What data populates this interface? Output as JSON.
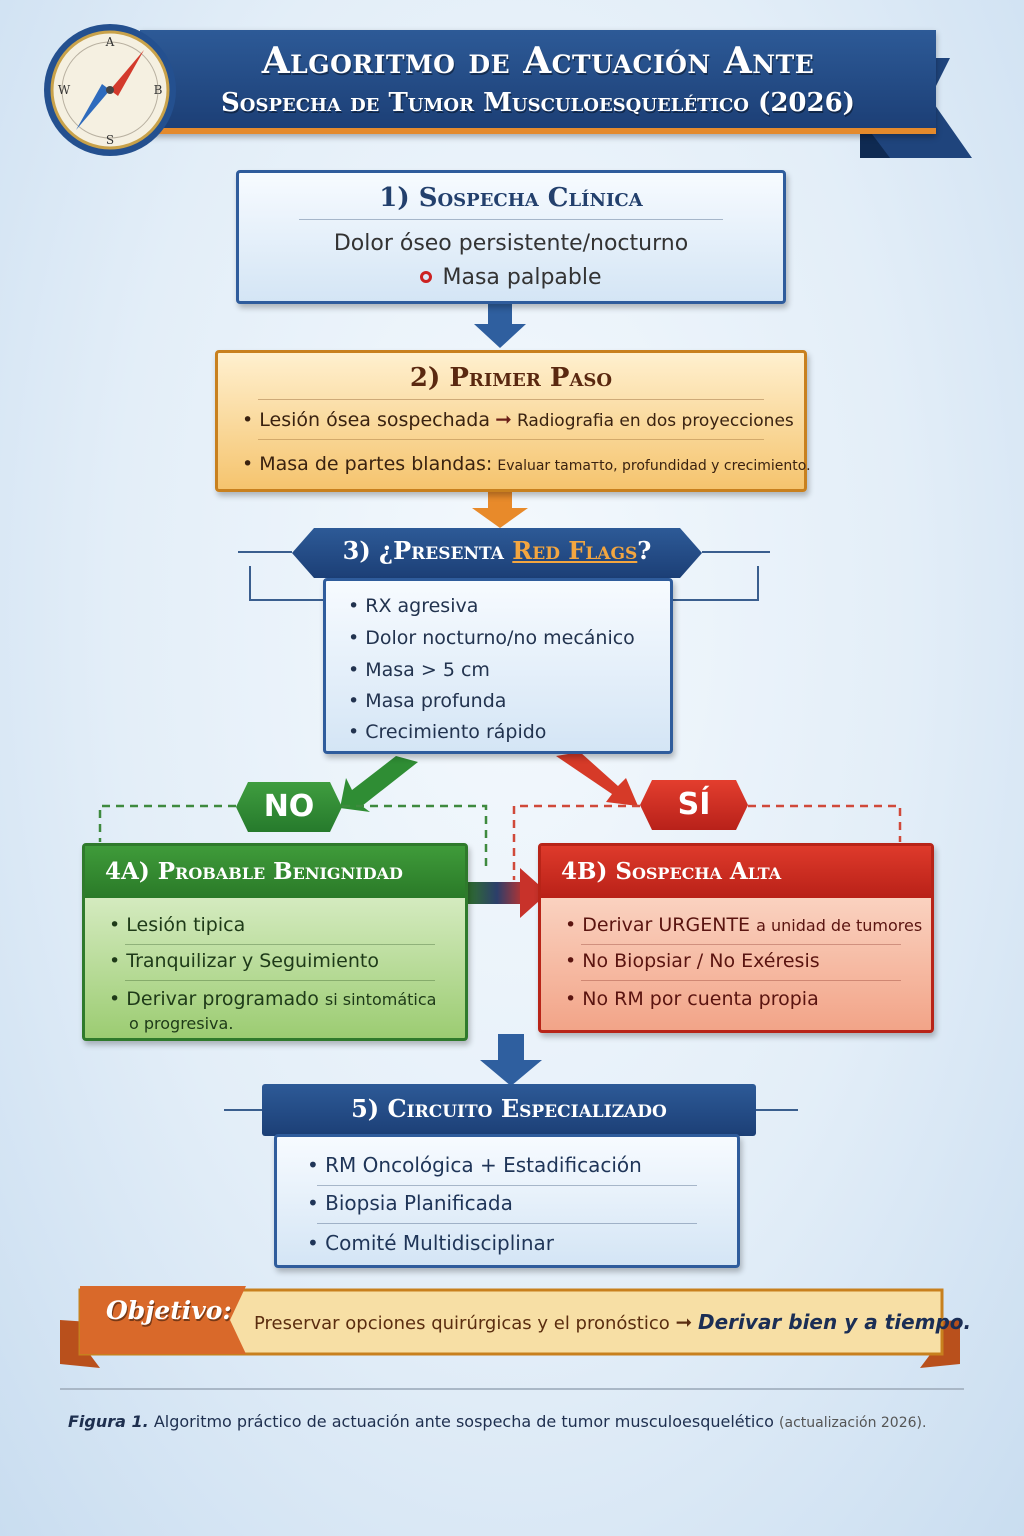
{
  "header": {
    "title_line1": "Algoritmo de Actuación Ante",
    "title_line2": "Sospecha de Tumor Musculoesquelético (2026)",
    "compass_letters": {
      "n": "A",
      "e": "B",
      "s": "S",
      "w": "W"
    }
  },
  "step1": {
    "title": "1) Sospecha Clínica",
    "line1": "Dolor óseo persistente/nocturno",
    "line2": "Masa palpable"
  },
  "step2": {
    "title": "2) Primer Paso",
    "row1_lead": "Lesión ósea sospechada",
    "row1_arrow": "➞",
    "row1_detail": "Radiografia en dos proyecciones",
    "row2_lead": "Masa de partes blandas:",
    "row2_detail": "Evaluar tamaтto, profundidad y crecimiento."
  },
  "step3": {
    "title_prefix": "3) ¿Presenta",
    "title_highlight": "Red Flags",
    "title_suffix": "?",
    "items": [
      "RX agresiva",
      "Dolor nocturno/no mecánico",
      "Masa > 5 cm",
      "Masa profunda",
      "Crecimiento rápido"
    ]
  },
  "branches": {
    "no_label": "NO",
    "yes_label": "SÍ"
  },
  "step4a": {
    "title": "4A) Probable Benignidad",
    "item1": "Lesión tipica",
    "item2": "Tranquilizar y Seguimiento",
    "item3_bold": "Derivar programado",
    "item3_rest": "si sintomática",
    "item3_line2": "o progresiva."
  },
  "step4b": {
    "title": "4B) Sospecha Alta",
    "item1_lead": "Derivar URGENTE",
    "item1_rest": "a unidad de tumores",
    "item2": "No Biopsiar / No Exéresis",
    "item3": "No RM por cuenta propia"
  },
  "step5": {
    "title": "5) Circuito Especializado",
    "items": [
      "RM Oncológica + Estadificación",
      "Biopsia Planificada",
      "Comité Multidisciplinar"
    ]
  },
  "objective": {
    "label": "Objetivo:",
    "text": "Preservar opciones quirúrgicas y el pronóstico",
    "arrow": "➞",
    "bold": "Derivar bien y a tiempo."
  },
  "caption": {
    "fig": "Figura 1.",
    "text": "Algoritmo práctico de actuación ante sospecha de tumor musculoesquelético",
    "extra": "(actualización 2026)."
  },
  "colors": {
    "navy": "#1c3f76",
    "orange": "#e48a2c",
    "green": "#2a7a28",
    "red": "#b92118"
  }
}
